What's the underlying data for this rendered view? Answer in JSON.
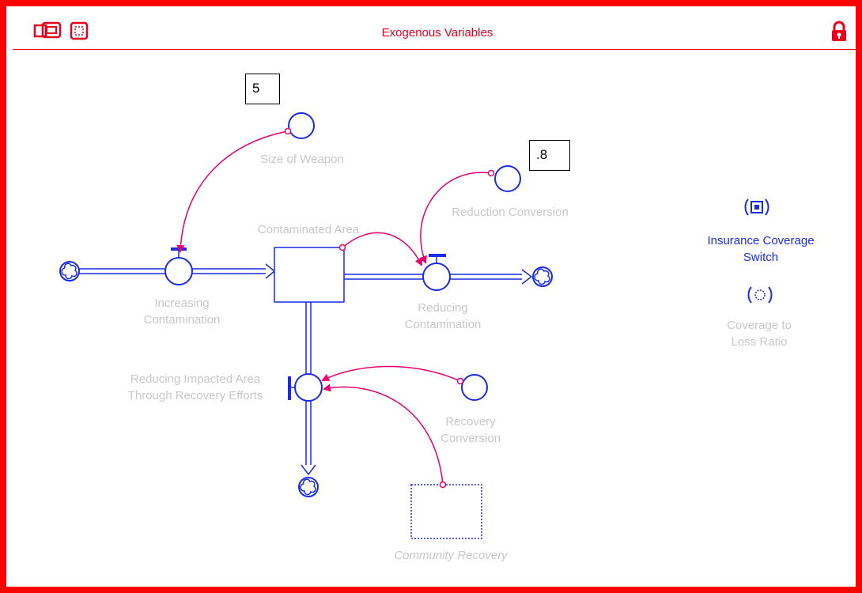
{
  "window": {
    "title": "Exogenous Variables",
    "icons": [
      "two-windows-icon",
      "dotted-frame-icon",
      "lock-icon"
    ]
  },
  "variables": {
    "size_of_weapon": "Size of Weapon",
    "contaminated_area": "Contaminated Area",
    "reduction_conversion": "Reduction Conversion",
    "increasing_contamination_1": "Increasing",
    "increasing_contamination_2": "Contamination",
    "reducing_contamination_1": "Reducing",
    "reducing_contamination_2": "Contamination",
    "reducing_impacted_1": "Reducing Impacted Area",
    "reducing_impacted_2": "Through Recovery Efforts",
    "recovery_conversion_1": "Recovery",
    "recovery_conversion_2": "Conversion",
    "community_recovery": "Community Recovery",
    "insurance_switch_1": "Insurance Coverage",
    "insurance_switch_2": "Switch",
    "coverage_ratio_1": "Coverage to",
    "coverage_ratio_2": "Loss Ratio"
  },
  "constants": {
    "size_of_weapon_value": "5",
    "reduction_conversion_value": ".8"
  },
  "colors": {
    "frame": "#ff0000",
    "stock_flow": "#1a2be6",
    "connector": "#e8006e",
    "inactive_label": "#c8c8c8"
  }
}
